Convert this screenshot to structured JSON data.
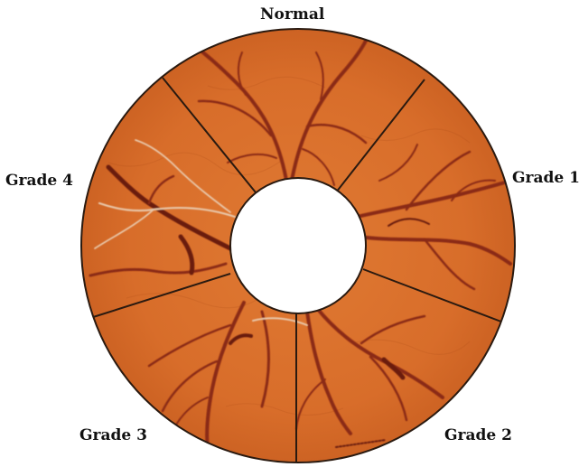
{
  "labels": {
    "normal": "Normal",
    "grade1": "Grade 1",
    "grade2": "Grade 2",
    "grade3": "Grade 3",
    "grade4": "Grade 4"
  },
  "segments": [
    {
      "name": "Normal"
    },
    {
      "name": "Grade 1"
    },
    {
      "name": "Grade 2"
    },
    {
      "name": "Grade 3"
    },
    {
      "name": "Grade 4"
    }
  ],
  "colors": {
    "fundus": "#d9722e",
    "fundus_dark": "#c25a1c",
    "vessel": "#8a2a12",
    "vessel_dark": "#6a1e0c",
    "divider": "#2a1a10",
    "sheathing": "#e8c6a8",
    "background": "#ffffff"
  }
}
